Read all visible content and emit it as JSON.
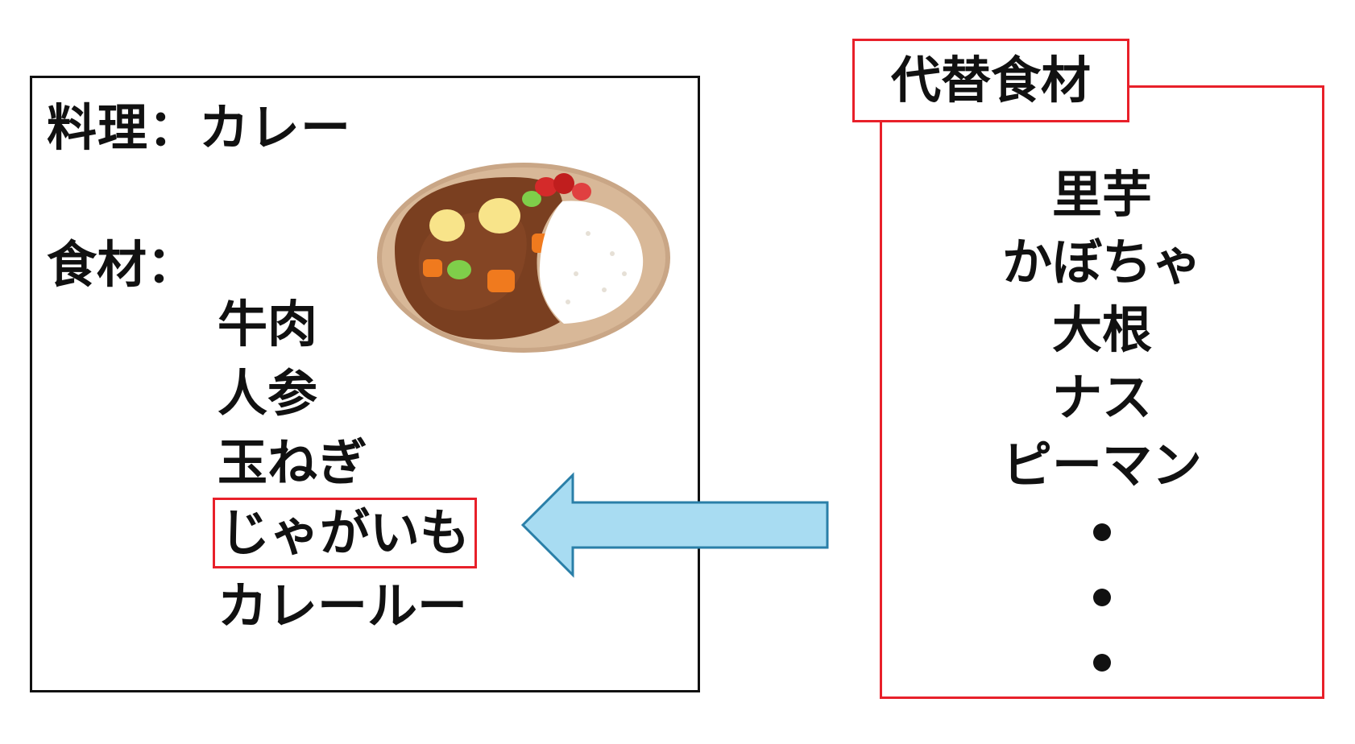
{
  "recipe": {
    "dish_line": "料理：カレー",
    "ingredients_label": "食材：",
    "ingredients": [
      "牛肉",
      "人参",
      "玉ねぎ",
      "じゃがいも",
      "カレールー"
    ],
    "highlighted_index": 3,
    "illustration": "curry-rice-plate"
  },
  "alternatives": {
    "title": "代替食材",
    "items": [
      "里芋",
      "かぼちゃ",
      "大根",
      "ナス",
      "ピーマン"
    ],
    "ellipsis": "vertical-dots"
  },
  "colors": {
    "highlight_border": "#e8202a",
    "arrow_fill": "#a8dcf2",
    "arrow_stroke": "#2a7fa8",
    "box_border": "#111111"
  }
}
